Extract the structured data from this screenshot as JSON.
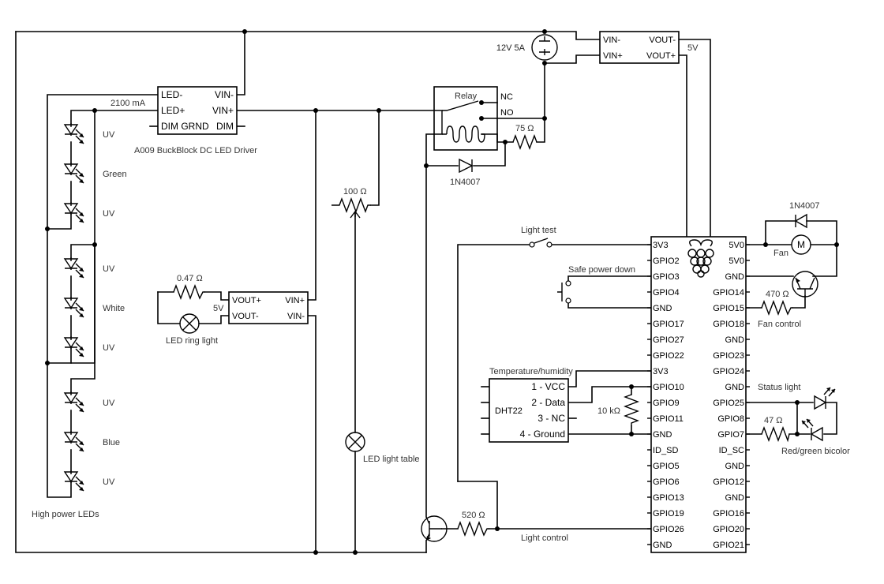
{
  "power_supply": {
    "label": "12V 5A"
  },
  "buck_converter_top": {
    "pins": {
      "vin_minus": "VIN-",
      "vin_plus": "VIN+",
      "vout_minus": "VOUT-",
      "vout_plus": "VOUT+"
    },
    "out_label": "5V"
  },
  "led_driver": {
    "name": "A009 BuckBlock DC LED Driver",
    "current": "2100 mA",
    "pins": {
      "led_minus": "LED-",
      "led_plus": "LED+",
      "dim_grnd": "DIM GRND",
      "vin_minus": "VIN-",
      "vin_plus": "VIN+",
      "dim": "DIM"
    }
  },
  "relay": {
    "name": "Relay",
    "nc": "NC",
    "no": "NO"
  },
  "resistors": {
    "r75": "75 Ω",
    "r100": "100 Ω",
    "r047": "0.47 Ω",
    "r470": "470 Ω",
    "r10k": "10 kΩ",
    "r47": "47 Ω",
    "r520": "520 Ω"
  },
  "diodes": {
    "relay_diode": "1N4007",
    "fan_diode": "1N4007"
  },
  "leds": {
    "strip_label": "High power LEDs",
    "labels": [
      "UV",
      "Green",
      "UV",
      "UV",
      "White",
      "UV",
      "UV",
      "Blue",
      "UV"
    ]
  },
  "small_buck": {
    "pins": {
      "vout_plus": "VOUT+",
      "vout_minus": "VOUT-",
      "vin_plus": "VIN+",
      "vin_minus": "VIN-"
    },
    "out_label": "5V"
  },
  "lamps": {
    "ring_light": "LED ring light",
    "light_table": "LED light table"
  },
  "switches": {
    "light_test": "Light test",
    "safe_power_down": "Safe power down"
  },
  "dht22": {
    "name": "DHT22",
    "title": "Temperature/humidity",
    "pins": [
      "1 - VCC",
      "2 - Data",
      "3 - NC",
      "4 - Ground"
    ]
  },
  "fan": {
    "label": "Fan",
    "motor": "M",
    "control_label": "Fan control"
  },
  "status": {
    "label": "Status light",
    "bicolor": "Red/green bicolor"
  },
  "light_control": {
    "label": "Light control"
  },
  "raspberry_pi": {
    "left_pins": [
      "3V3",
      "GPIO2",
      "GPIO3",
      "GPIO4",
      "GND",
      "GPIO17",
      "GPIO27",
      "GPIO22",
      "3V3",
      "GPIO10",
      "GPIO9",
      "GPIO11",
      "GND",
      "ID_SD",
      "GPIO5",
      "GPIO6",
      "GPIO13",
      "GPIO19",
      "GPIO26",
      "GND"
    ],
    "right_pins": [
      "5V0",
      "5V0",
      "GND",
      "GPIO14",
      "GPIO15",
      "GPIO18",
      "GND",
      "GPIO23",
      "GPIO24",
      "GND",
      "GPIO25",
      "GPIO8",
      "GPIO7",
      "ID_SC",
      "GND",
      "GPIO12",
      "GND",
      "GPIO16",
      "GPIO20",
      "GPIO21"
    ]
  }
}
